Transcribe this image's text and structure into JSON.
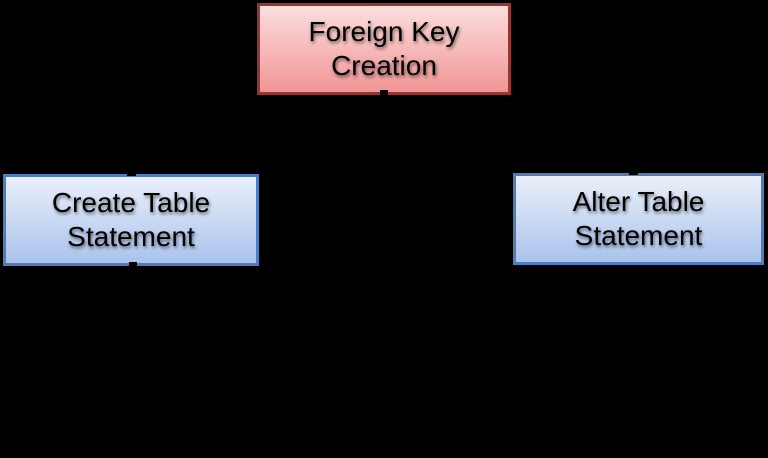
{
  "canvas": {
    "background": "#000000"
  },
  "diagram": {
    "nodes": [
      {
        "id": "foreign-key-creation",
        "label": "Foreign Key Creation",
        "fill_top": "#FCDEDE",
        "fill_bottom": "#F19595",
        "border": "#953634",
        "text_color": "#000000"
      },
      {
        "id": "create-table-statement",
        "label": "Create Table Statement",
        "fill_top": "#EAF0FA",
        "fill_bottom": "#AAC3EC",
        "border": "#4D7DBB",
        "text_color": "#000000"
      },
      {
        "id": "alter-table-statement",
        "label": "Alter Table Statement",
        "fill_top": "#EAF0FA",
        "fill_bottom": "#AAC3EC",
        "border": "#4D7DBB",
        "text_color": "#000000"
      }
    ]
  }
}
